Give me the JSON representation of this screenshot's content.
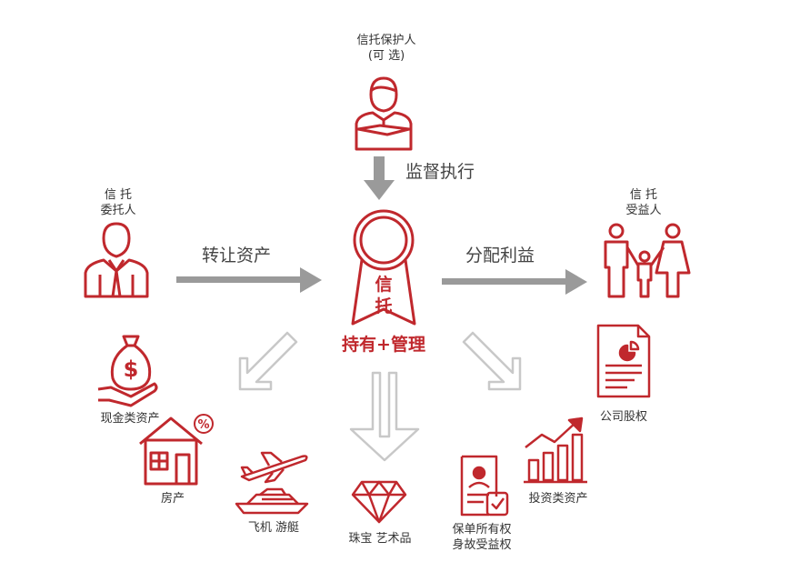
{
  "protector": {
    "line1": "信托保护人",
    "line2": "(可 选)"
  },
  "supervise_label": "监督执行",
  "settlor": {
    "line1": "信 托",
    "line2": "委托人"
  },
  "transfer_label": "转让资产",
  "trust_badge": {
    "char1": "信",
    "char2": "托"
  },
  "hold_manage_label": "持有+管理",
  "distribute_label": "分配利益",
  "beneficiary": {
    "line1": "信 托",
    "line2": "受益人"
  },
  "assets": {
    "cash": "现金类资产",
    "house": "房产",
    "plane_yacht": "飞机 游艇",
    "jewelry_art": "珠宝 艺术品",
    "insurance_line1": "保单所有权",
    "insurance_line2": "身故受益权",
    "investment": "投资类资产",
    "equity": "公司股权"
  },
  "colors": {
    "accent": "#c0282d",
    "arrow_gray": "#9a9a9a",
    "outline_gray": "#c8c8c8"
  }
}
